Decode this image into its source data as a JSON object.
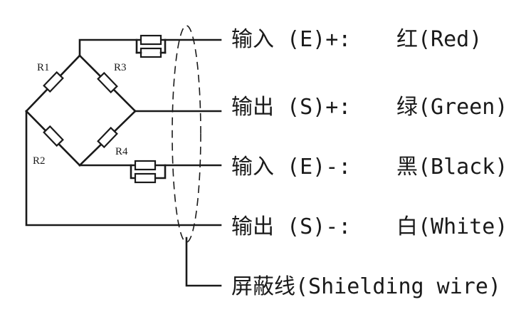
{
  "resistors": [
    {
      "id": "R1"
    },
    {
      "id": "R2"
    },
    {
      "id": "R3"
    },
    {
      "id": "R4"
    }
  ],
  "wires": [
    {
      "label": "输入 (E)+:",
      "color": "红(Red)"
    },
    {
      "label": "输出 (S)+:",
      "color": "绿(Green)"
    },
    {
      "label": "输入 (E)-:",
      "color": "黑(Black)"
    },
    {
      "label": "输出 (S)-:",
      "color": "白(White)"
    }
  ],
  "shield": {
    "label": "屏蔽线(Shielding wire)"
  }
}
